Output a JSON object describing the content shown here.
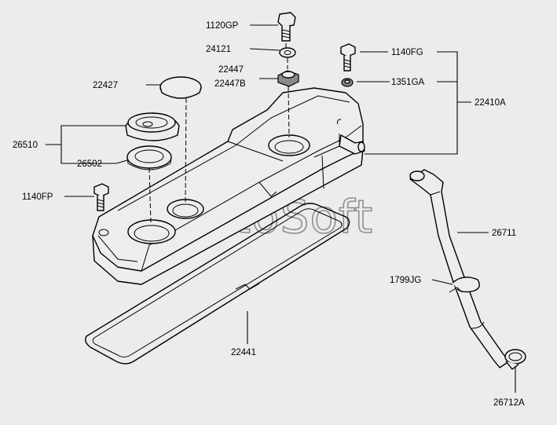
{
  "watermark": "AutoSoft",
  "labels": {
    "p1120GP": "1120GP",
    "p24121": "24121",
    "p22447": "22447",
    "p22447B": "22447B",
    "p22427": "22427",
    "p26510": "26510",
    "p26502": "26502",
    "p1140FP": "1140FP",
    "p1140FG": "1140FG",
    "p1351GA": "1351GA",
    "p22410A": "22410A",
    "p26711": "26711",
    "p1799JG": "1799JG",
    "p22441": "22441",
    "p26712A": "26712A"
  }
}
